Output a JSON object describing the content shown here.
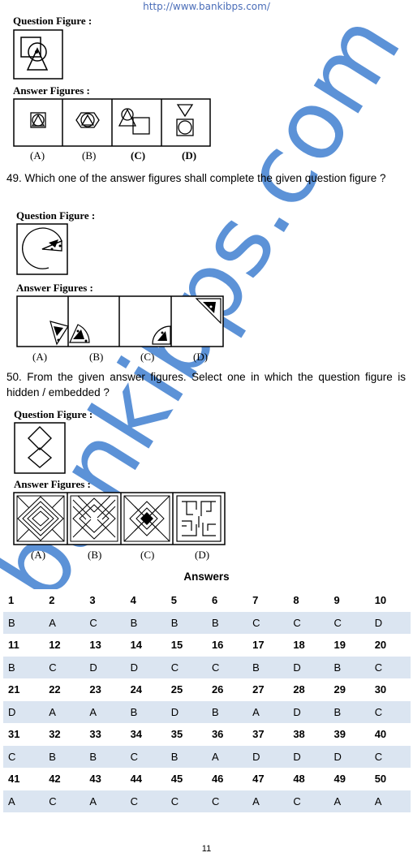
{
  "header": {
    "url": "http://www.bankibps.com/"
  },
  "q48": {
    "question_label": "Question Figure :",
    "answer_label": "Answer Figures :",
    "options": [
      "(A)",
      "(B)",
      "(C)",
      "(D)"
    ]
  },
  "q49": {
    "text": "49. Which one of the answer figures shall complete the given question figure ?",
    "question_label": "Question Figure :",
    "answer_label": "Answer Figures :",
    "options": [
      "(A)",
      "(B)",
      "(C)",
      "(D)"
    ]
  },
  "q50": {
    "text": "50. From the given answer figures. Select one in which the question figure is hidden / embedded ?",
    "question_label": "Question Figure :",
    "answer_label": "Answer Figures :",
    "options": [
      "(A)",
      "(B)",
      "(C)",
      "(D)"
    ]
  },
  "answers": {
    "title": "Answers",
    "rows": [
      {
        "numbers": [
          "1",
          "2",
          "3",
          "4",
          "5",
          "6",
          "7",
          "8",
          "9",
          "10"
        ],
        "letters": [
          "B",
          "A",
          "C",
          "B",
          "B",
          "B",
          "C",
          "C",
          "C",
          "D"
        ]
      },
      {
        "numbers": [
          "11",
          "12",
          "13",
          "14",
          "15",
          "16",
          "17",
          "18",
          "19",
          "20"
        ],
        "letters": [
          "B",
          "C",
          "D",
          "D",
          "C",
          "C",
          "B",
          "D",
          "B",
          "C"
        ]
      },
      {
        "numbers": [
          "21",
          "22",
          "23",
          "24",
          "25",
          "26",
          "27",
          "28",
          "29",
          "30"
        ],
        "letters": [
          "D",
          "A",
          "A",
          "B",
          "D",
          "B",
          "A",
          "D",
          "B",
          "C"
        ]
      },
      {
        "numbers": [
          "31",
          "32",
          "33",
          "34",
          "35",
          "36",
          "37",
          "38",
          "39",
          "40"
        ],
        "letters": [
          "C",
          "B",
          "B",
          "C",
          "B",
          "A",
          "D",
          "D",
          "D",
          "C"
        ]
      },
      {
        "numbers": [
          "41",
          "42",
          "43",
          "44",
          "45",
          "46",
          "47",
          "48",
          "49",
          "50"
        ],
        "letters": [
          "A",
          "C",
          "A",
          "C",
          "C",
          "C",
          "A",
          "C",
          "A",
          "A"
        ]
      }
    ]
  },
  "footer": {
    "page_number": "11"
  },
  "watermark": {
    "text": "bankibps.com",
    "color": "#3f7fd0"
  }
}
